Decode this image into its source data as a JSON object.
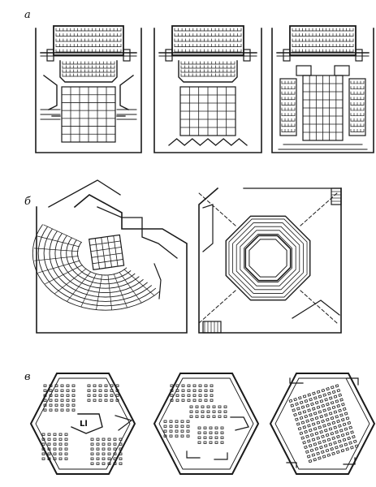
{
  "figure": {
    "ink": "#1a1a1a",
    "paper": "#ffffff",
    "rows": [
      {
        "label": "а",
        "panels": [
          {
            "name": "proscenium-stage-with-wings",
            "layout": "proscenium",
            "variant": 1
          },
          {
            "name": "proscenium-stage-thrust",
            "layout": "proscenium",
            "variant": 2
          },
          {
            "name": "end-stage-with-side-seating",
            "layout": "proscenium",
            "variant": 3
          }
        ]
      },
      {
        "label": "б",
        "panels": [
          {
            "name": "corner-thrust-stage-fan-seating",
            "layout": "corner-thrust"
          },
          {
            "name": "octagonal-arena-stage",
            "layout": "octagon"
          }
        ]
      },
      {
        "label": "в",
        "panels": [
          {
            "name": "hexagonal-hall-variant-1",
            "layout": "hexagon",
            "inner_text": "Ll"
          },
          {
            "name": "hexagonal-hall-variant-2",
            "layout": "hexagon",
            "inner_text": ""
          },
          {
            "name": "hexagonal-hall-variant-3",
            "layout": "hexagon",
            "inner_text": ""
          }
        ]
      }
    ]
  }
}
